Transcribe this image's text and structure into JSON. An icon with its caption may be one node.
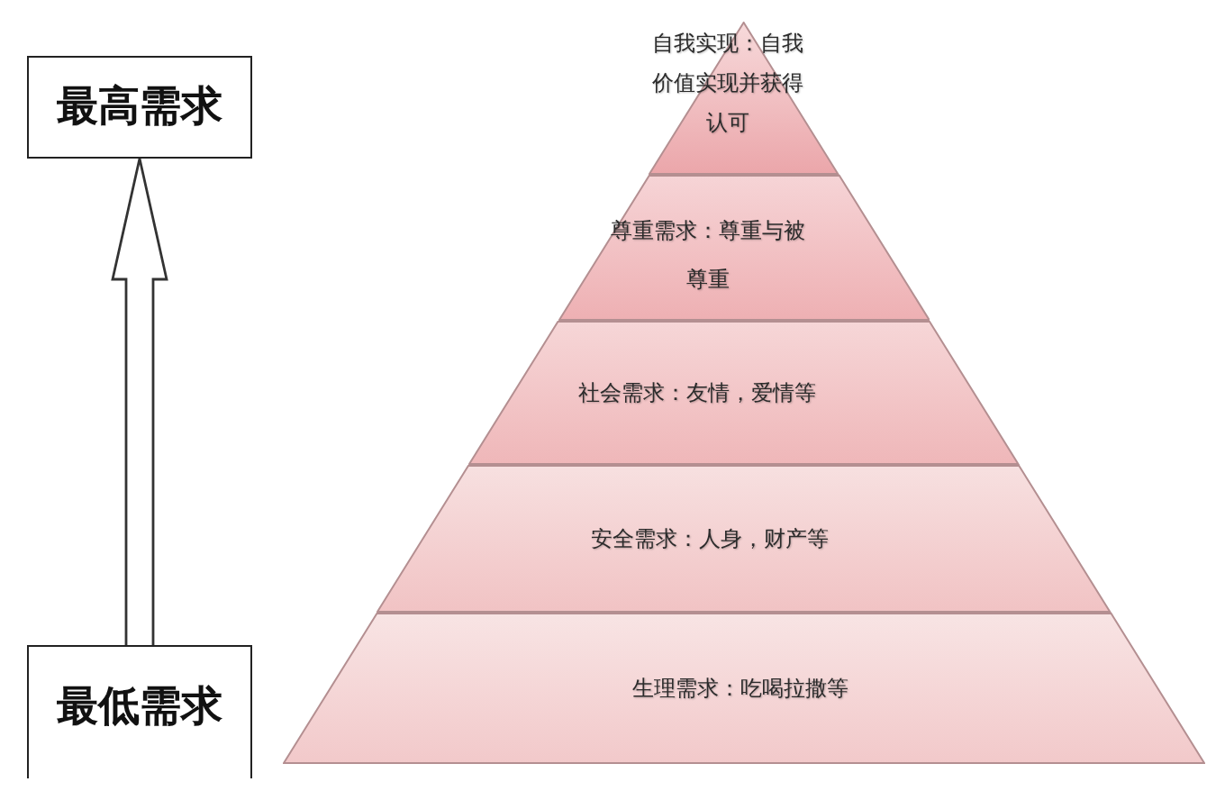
{
  "diagram": {
    "nodes": [
      {
        "text": [
          "最高需求"
        ]
      },
      {
        "text": [
          "最低需求"
        ]
      },
      {
        "text": [
          "自我实现：自我价值实现并获得认可"
        ]
      },
      {
        "text": [
          "尊重需求：尊重与被尊重"
        ]
      },
      {
        "text": [
          "社会需求：友情，爱情等"
        ]
      },
      {
        "text": [
          "安全需求：人身，财产等"
        ]
      },
      {
        "text": [
          "生理需求：吃喝拉撒等"
        ]
      }
    ],
    "edges": [
      {
        "from": 1,
        "to": 0,
        "arrow": "to"
      }
    ]
  }
}
